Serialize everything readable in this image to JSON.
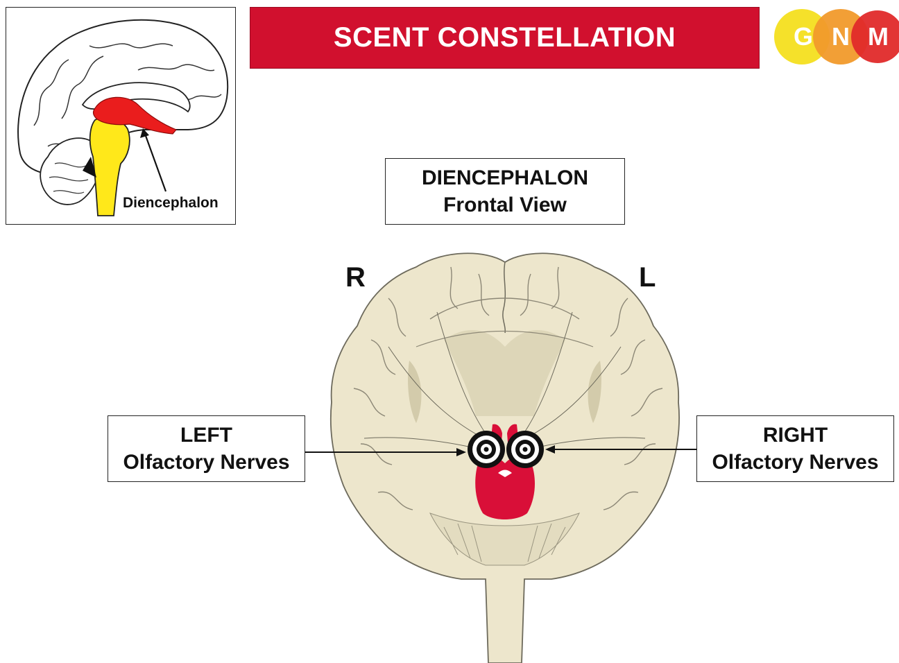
{
  "title": "SCENT CONSTELLATION",
  "logo": {
    "letters": [
      "G",
      "N",
      "M"
    ],
    "colors": [
      "#f5e12a",
      "#f19a2b",
      "#e02a2a"
    ]
  },
  "inset": {
    "label": "Diencephalon"
  },
  "view_label": {
    "line1": "DIENCEPHALON",
    "line2": "Frontal View"
  },
  "side_letters": {
    "right_side": "R",
    "left_side": "L"
  },
  "left_callout": {
    "line1": "LEFT",
    "line2": "Olfactory Nerves"
  },
  "right_callout": {
    "line1": "RIGHT",
    "line2": "Olfactory Nerves"
  },
  "colors": {
    "banner": "#d1102e",
    "brain_tissue": "#ede6cc",
    "diencephalon": "#d90f38",
    "brainstem_inset": "#ffe81a"
  }
}
